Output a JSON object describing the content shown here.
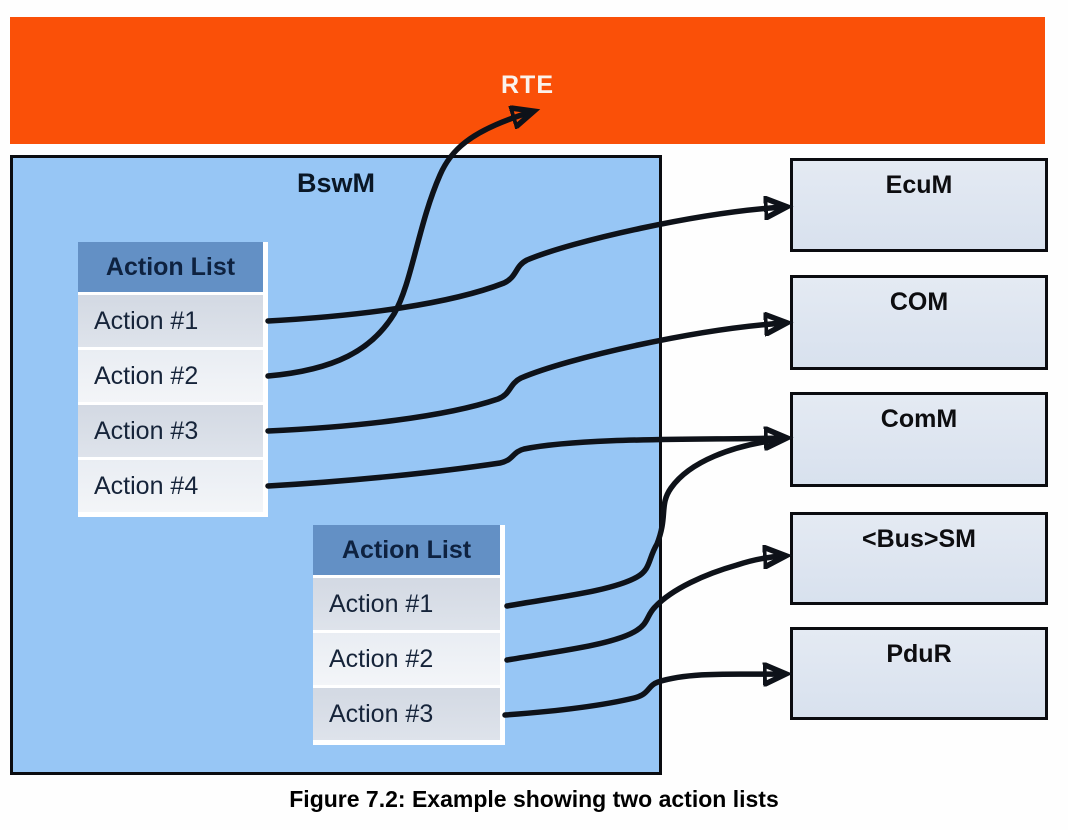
{
  "diagram": {
    "rte_label": "RTE",
    "bswm_label": "BswM",
    "action_lists": [
      {
        "header": "Action List",
        "rows": [
          "Action #1",
          "Action #2",
          "Action #3",
          "Action #4"
        ]
      },
      {
        "header": "Action List",
        "rows": [
          "Action #1",
          "Action #2",
          "Action #3"
        ]
      }
    ],
    "modules": [
      "EcuM",
      "COM",
      "ComM",
      "<Bus>SM",
      "PduR"
    ],
    "connections": [
      {
        "from": "action-list-1 / Action #1",
        "to": "EcuM"
      },
      {
        "from": "action-list-1 / Action #2",
        "to": "RTE"
      },
      {
        "from": "action-list-1 / Action #3",
        "to": "COM"
      },
      {
        "from": "action-list-1 / Action #4",
        "to": "ComM"
      },
      {
        "from": "action-list-2 / Action #1",
        "to": "ComM"
      },
      {
        "from": "action-list-2 / Action #2",
        "to": "<Bus>SM"
      },
      {
        "from": "action-list-2 / Action #3",
        "to": "PduR"
      }
    ],
    "colors": {
      "rte_banner": "#fa5008",
      "bswm_fill": "#97c6f5",
      "list_header_fill": "#6390c5",
      "list_row_dark": "#d6dbe4",
      "list_row_light": "#edf0f5",
      "module_fill": "#dee6f1",
      "border": "#0b0c10",
      "connector": "#0e1219"
    }
  },
  "caption": "Figure 7.2: Example showing two action lists"
}
